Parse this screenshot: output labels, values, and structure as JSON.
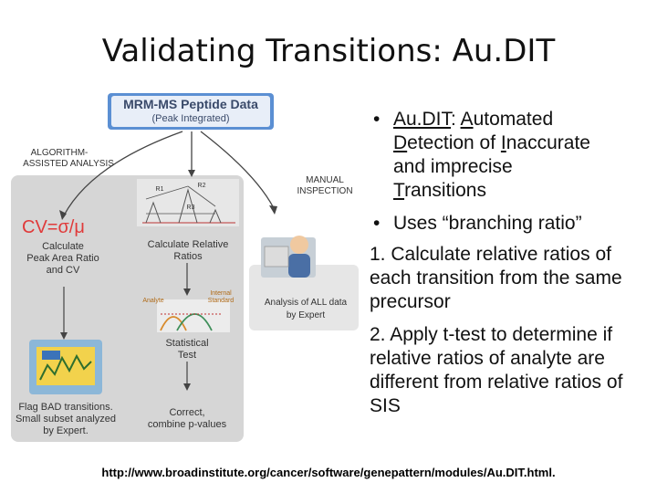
{
  "slide": {
    "title": "Validating Transitions: Au.DIT",
    "footer_url": "http://www.broadinstitute.org/cancer/software/genepattern/modules/Au.DIT.html."
  },
  "diagram": {
    "top_box_title": "MRM-MS Peptide Data",
    "top_box_sub": "(Peak Integrated)",
    "algo_label_1": "ALGORITHM-",
    "algo_label_2": "ASSISTED ANALYSIS",
    "manual_label_1": "MANUAL",
    "manual_label_2": "INSPECTION",
    "cv_formula": "CV=σ/μ",
    "calc_peak_1": "Calculate",
    "calc_peak_2": "Peak Area Ratio",
    "calc_peak_3": "and CV",
    "r1": "R1",
    "r2": "R2",
    "r3": "R3",
    "calc_rel_1": "Calculate Relative",
    "calc_rel_2": "Ratios",
    "analyte": "Analyte",
    "internal_1": "Internal",
    "internal_2": "Standard",
    "stat_1": "Statistical",
    "stat_2": "Test",
    "flag_1": "Flag BAD transitions.",
    "flag_2": "Small subset analyzed",
    "flag_3": "by Expert.",
    "correct_1": "Correct,",
    "correct_2": "combine p-values",
    "expert_1": "Analysis of ALL data",
    "expert_2": "by Expert"
  },
  "bullets": {
    "b1_prefix": "Au.DIT",
    "b1_text": ": ",
    "b1_A": "A",
    "b1_utomated": "utomated",
    "b1_D": "D",
    "b1_etection": "etection of ",
    "b1_I": "I",
    "b1_naccurate": "naccurate",
    "b1_line3": "and imprecise",
    "b1_T": "T",
    "b1_ransitions": "ransitions",
    "b2": "Uses “branching ratio”",
    "s1": "1. Calculate relative ratios of each transition from the same precursor",
    "s2": "2.  Apply t-test to determine if relative ratios of analyte are different from relative ratios of SIS"
  }
}
